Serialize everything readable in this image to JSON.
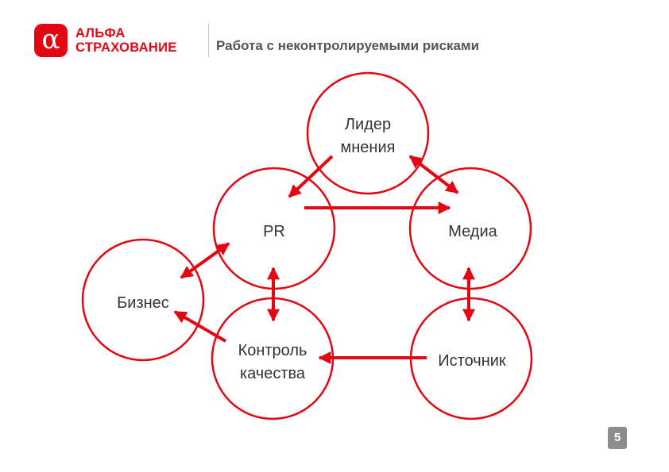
{
  "header": {
    "logo_mark": "α",
    "logo_line1": "АЛЬФА",
    "logo_line2": "СТРАХОВАНИЕ",
    "title": "Работа с неконтролируемыми рисками"
  },
  "diagram": {
    "nodes": {
      "leader": {
        "line1": "Лидер",
        "line2": "мнения"
      },
      "pr": {
        "label": "PR"
      },
      "media": {
        "label": "Медиа"
      },
      "business": {
        "label": "Бизнес"
      },
      "quality": {
        "line1": "Контроль",
        "line2": "качества"
      },
      "source": {
        "label": "Источник"
      }
    },
    "accent_color": "#e30613"
  },
  "footer": {
    "page_number": "5"
  }
}
